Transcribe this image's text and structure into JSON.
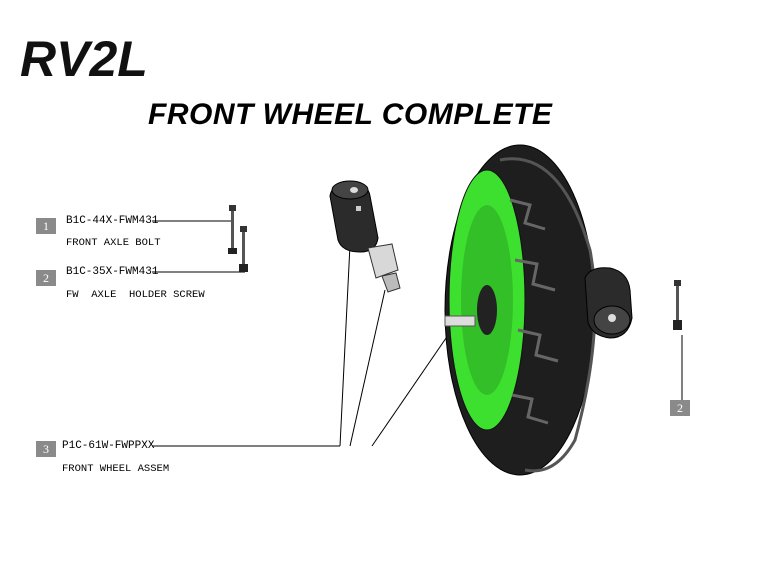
{
  "logo": {
    "text": "RV2L"
  },
  "title": "FRONT WHEEL COMPLETE",
  "callouts": [
    {
      "num": "1",
      "code": "B1C-44X-FWM431",
      "desc": "FRONT AXLE BOLT"
    },
    {
      "num": "2",
      "code": "B1C-35X-FWM431",
      "desc": "FW  AXLE  HOLDER SCREW"
    },
    {
      "num": "3",
      "code": "P1C-61W-FWPPXX",
      "desc": "FRONT WHEEL ASSEM"
    }
  ],
  "right_callout": {
    "num": "2"
  },
  "colors": {
    "rim": "#3ee030",
    "tire": "#2a2a2a",
    "callout_bg": "#8a8a8a"
  }
}
